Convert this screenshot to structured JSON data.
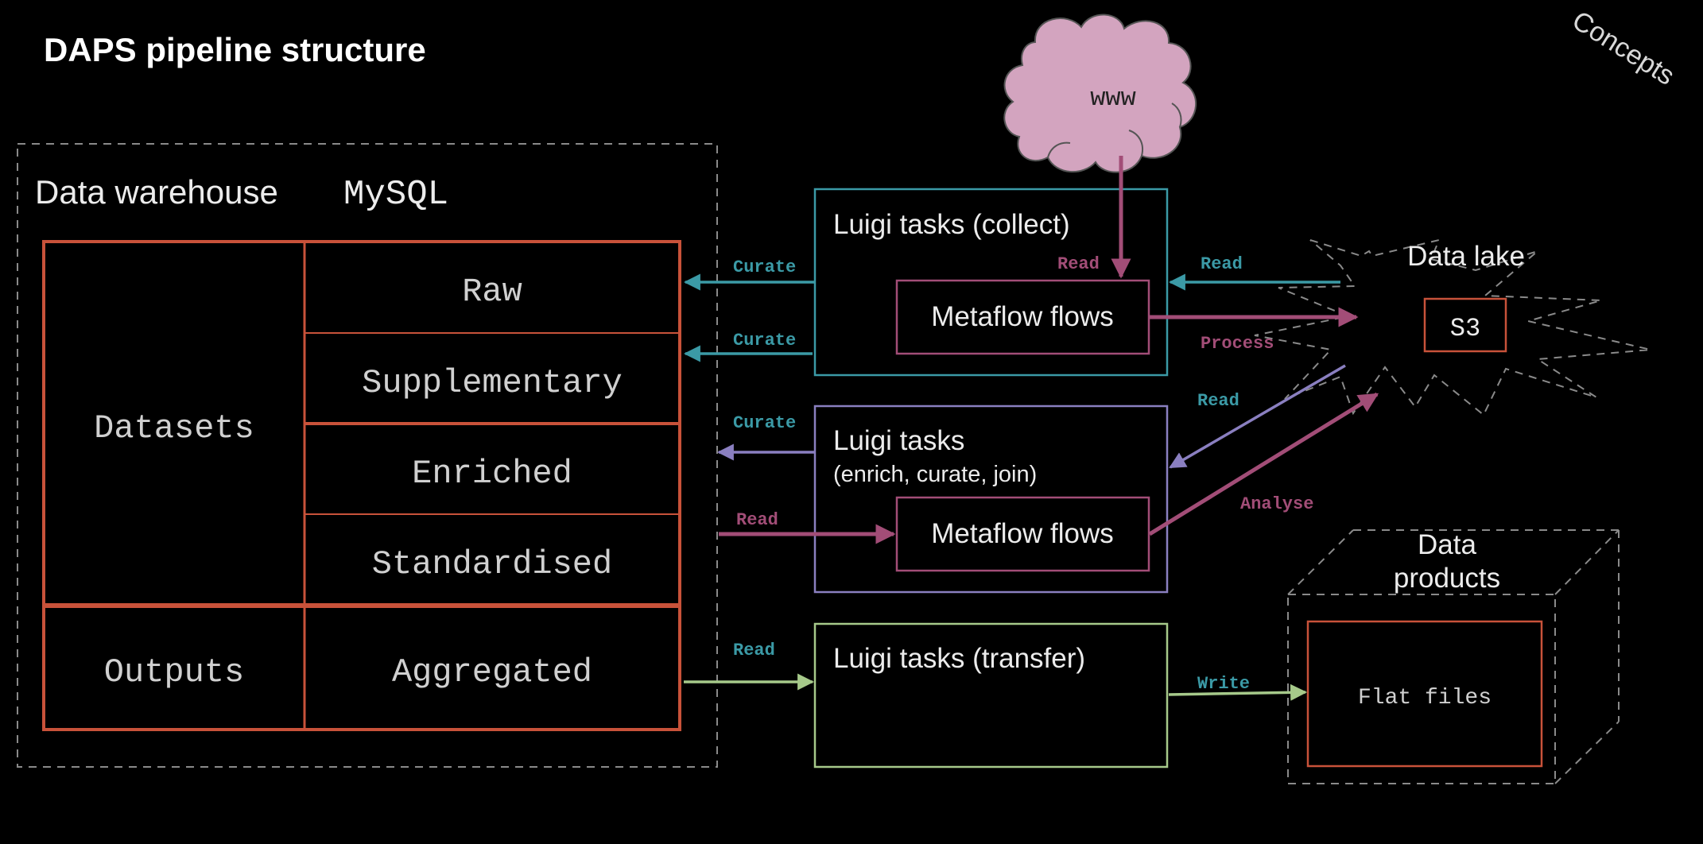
{
  "title": "DAPS pipeline structure",
  "corner_label": "Concepts",
  "warehouse": {
    "label": "Data warehouse",
    "tech": "MySQL",
    "datasets_label": "Datasets",
    "outputs_label": "Outputs",
    "layers": [
      "Raw",
      "Supplementary",
      "Enriched",
      "Standardised"
    ],
    "aggregated_label": "Aggregated"
  },
  "www_label": "www",
  "collect": {
    "label": "Luigi tasks (collect)",
    "metaflow": "Metaflow flows"
  },
  "enrich": {
    "label": "Luigi tasks",
    "sublabel": "(enrich, curate, join)",
    "metaflow": "Metaflow flows"
  },
  "transfer": {
    "label": "Luigi tasks (transfer)"
  },
  "data_lake": {
    "label": "Data lake",
    "store": "S3"
  },
  "data_products": {
    "label_line1": "Data",
    "label_line2": "products",
    "files": "Flat files"
  },
  "arrows": {
    "curate_raw": "Curate",
    "curate_supp": "Curate",
    "curate_enrich": "Curate",
    "read_www": "Read",
    "read_lake_collect": "Read",
    "process": "Process",
    "read_lake_enrich": "Read",
    "read_warehouse": "Read",
    "analyse": "Analyse",
    "read_aggregated": "Read",
    "write": "Write"
  },
  "colors": {
    "background": "#000000",
    "warehouse_red": "#c8523a",
    "teal": "#3b9aa6",
    "purple": "#8a7fc0",
    "magenta": "#a24d77",
    "green": "#a6c98a",
    "cloud_fill": "#d3a4bf",
    "grey_dash": "#8a8a8a",
    "text": "#e8e8e8"
  }
}
